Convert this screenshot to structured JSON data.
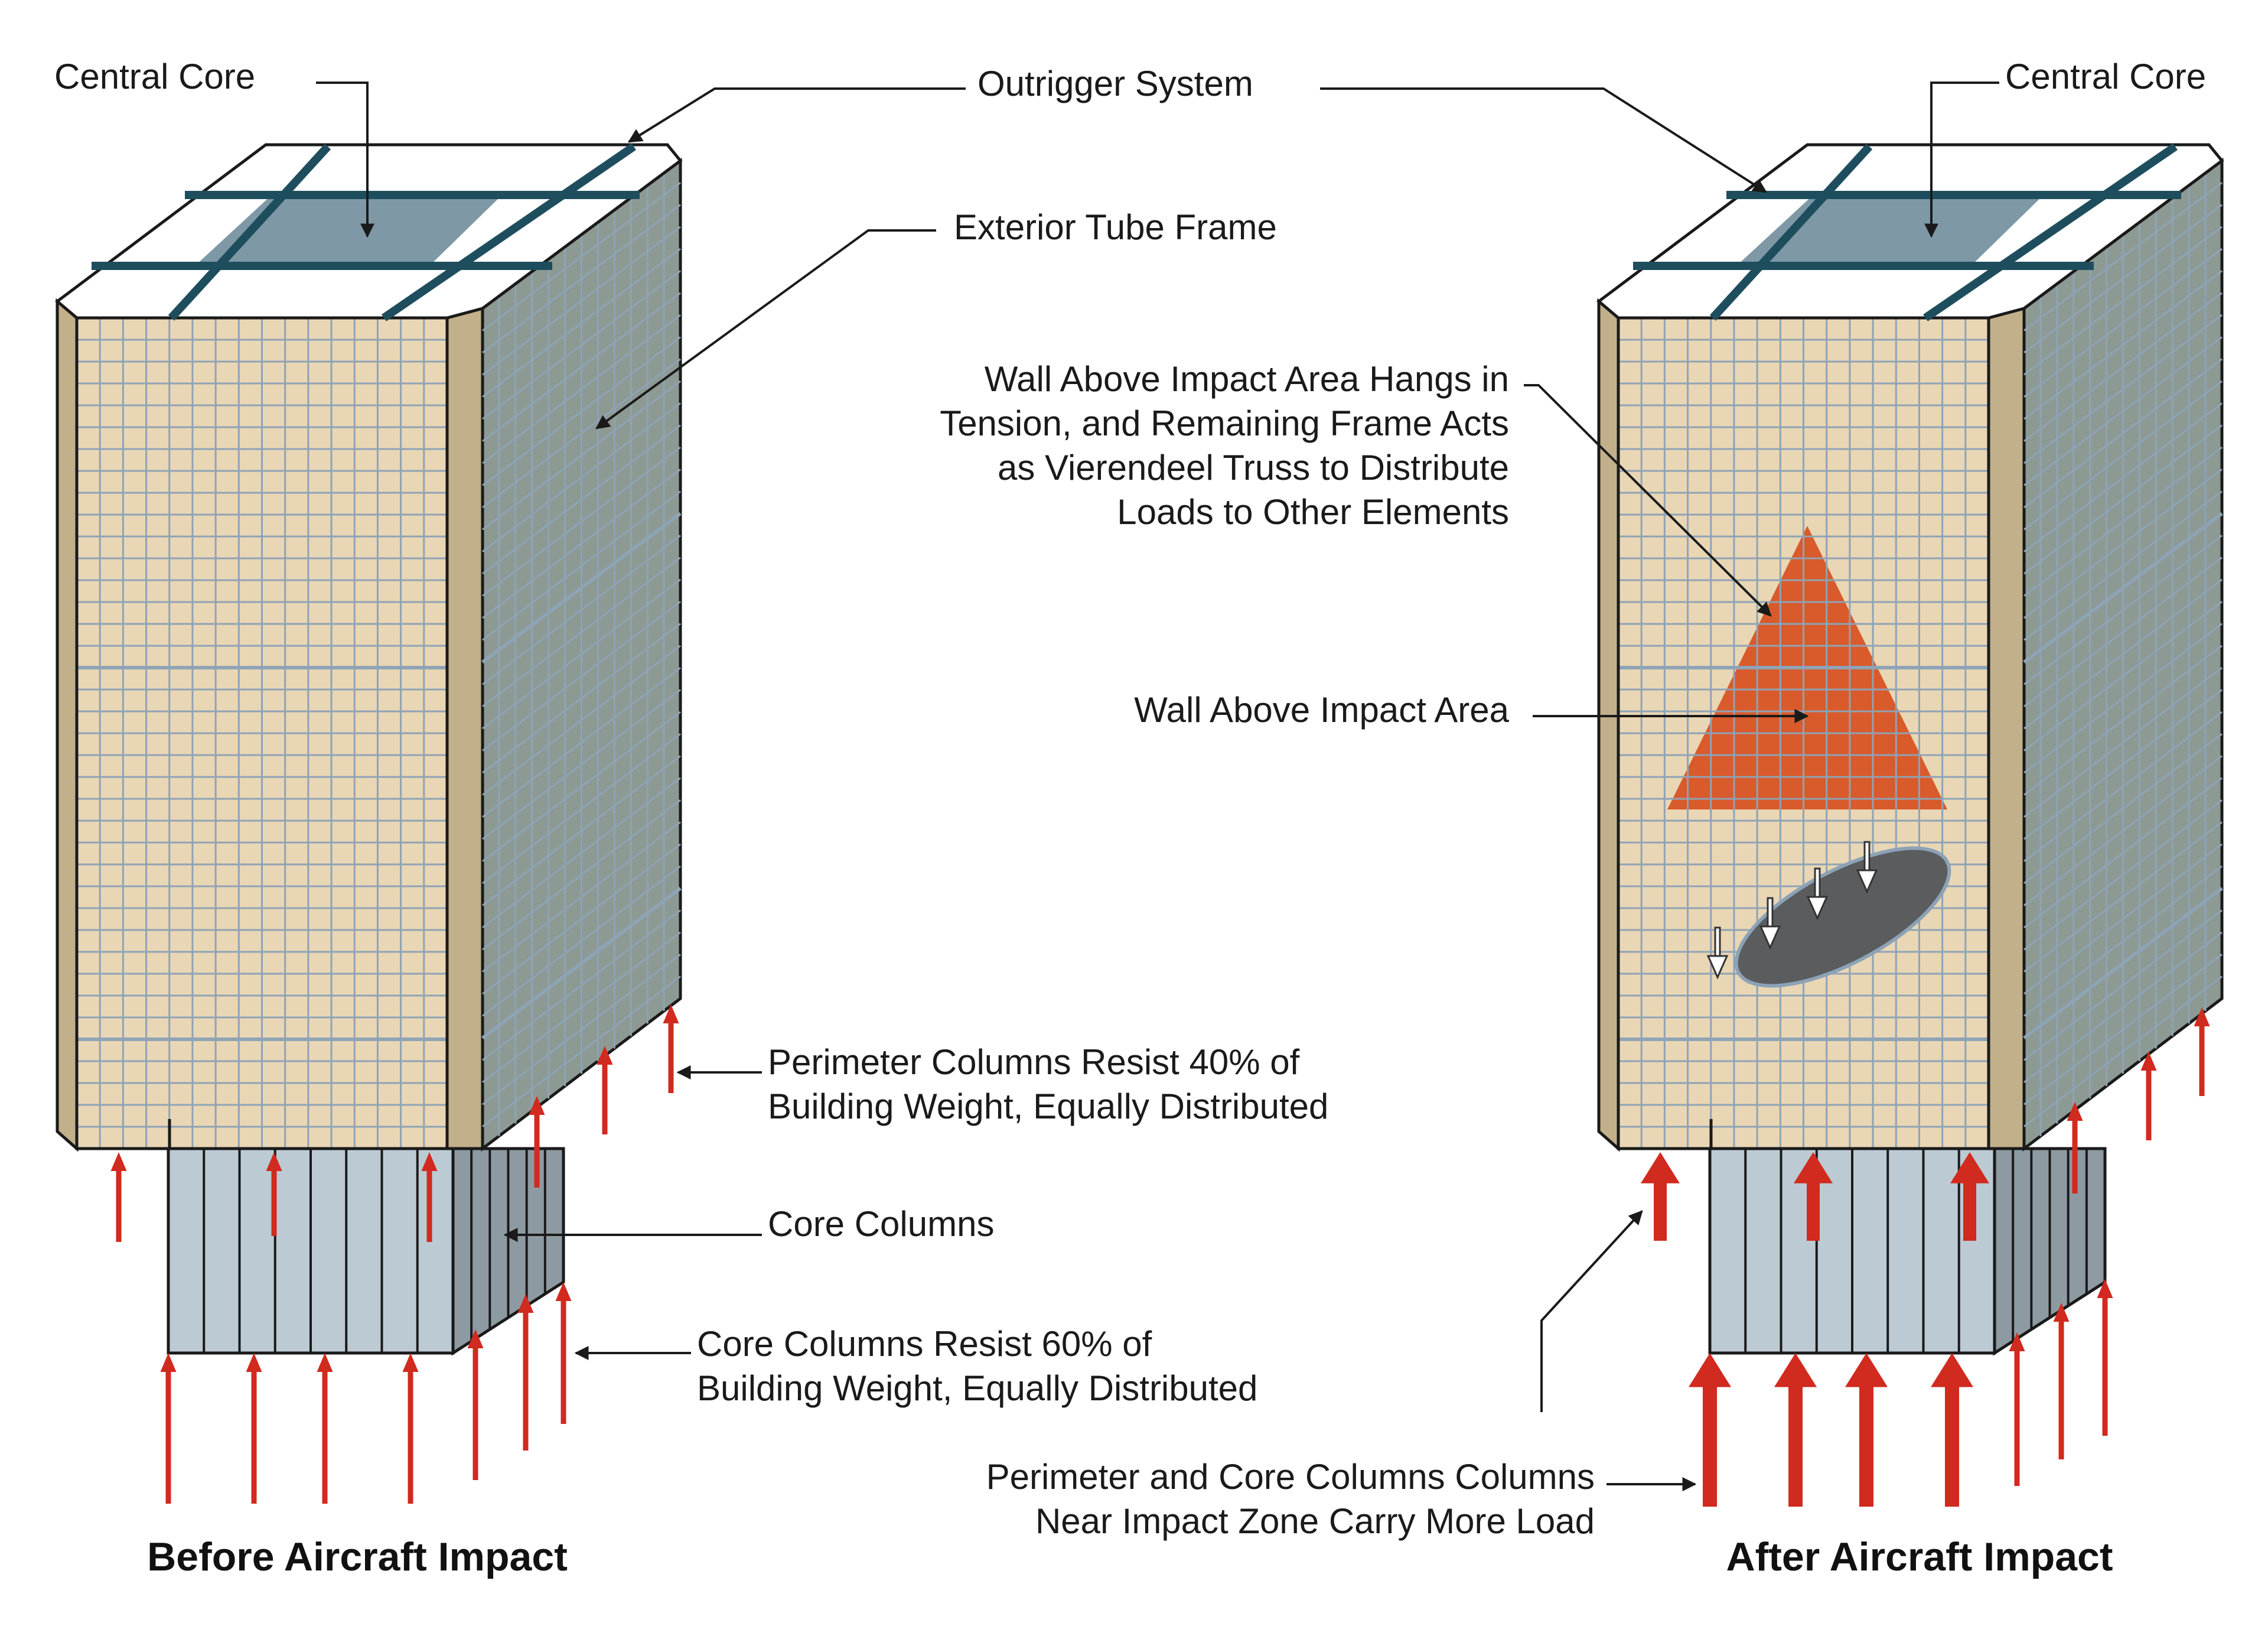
{
  "labels": {
    "central_core_left": "Central Core",
    "outrigger_system": "Outrigger System",
    "central_core_right": "Central Core",
    "exterior_tube_frame": "Exterior Tube Frame",
    "wall_hangs_line1": "Wall Above Impact Area Hangs in",
    "wall_hangs_line2": "Tension, and Remaining Frame Acts",
    "wall_hangs_line3": "as Vierendeel Truss to Distribute",
    "wall_hangs_line4": "Loads to Other Elements",
    "wall_above_impact": "Wall Above Impact Area",
    "perimeter_resist_line1": "Perimeter Columns Resist 40% of",
    "perimeter_resist_line2": "Building Weight, Equally Distributed",
    "core_columns": "Core Columns",
    "core_resist_line1": "Core Columns Resist 60% of",
    "core_resist_line2": "Building Weight, Equally Distributed",
    "perimeter_core_line1": "Perimeter and Core Columns Columns",
    "perimeter_core_line2": "Near Impact Zone Carry More Load"
  },
  "captions": {
    "before": "Before Aircraft Impact",
    "after": "After Aircraft Impact"
  },
  "load_shares": {
    "perimeter_percent": 40,
    "core_percent": 60
  },
  "colors": {
    "front_face": "#e9d6b4",
    "side_face": "#c2b08a",
    "right_face": "#8d9a93",
    "grid_line": "#8ea3b6",
    "core_top": "#7e98a6",
    "outrigger": "#1e4e5e",
    "core_columns_front": "#bccad4",
    "core_columns_side": "#8e9aa2",
    "load_arrow": "#d12a1f",
    "impact_wall": "#d95a2b",
    "impact_hole": "#5a5c5e",
    "hole_outline": "#8ca2b6"
  }
}
